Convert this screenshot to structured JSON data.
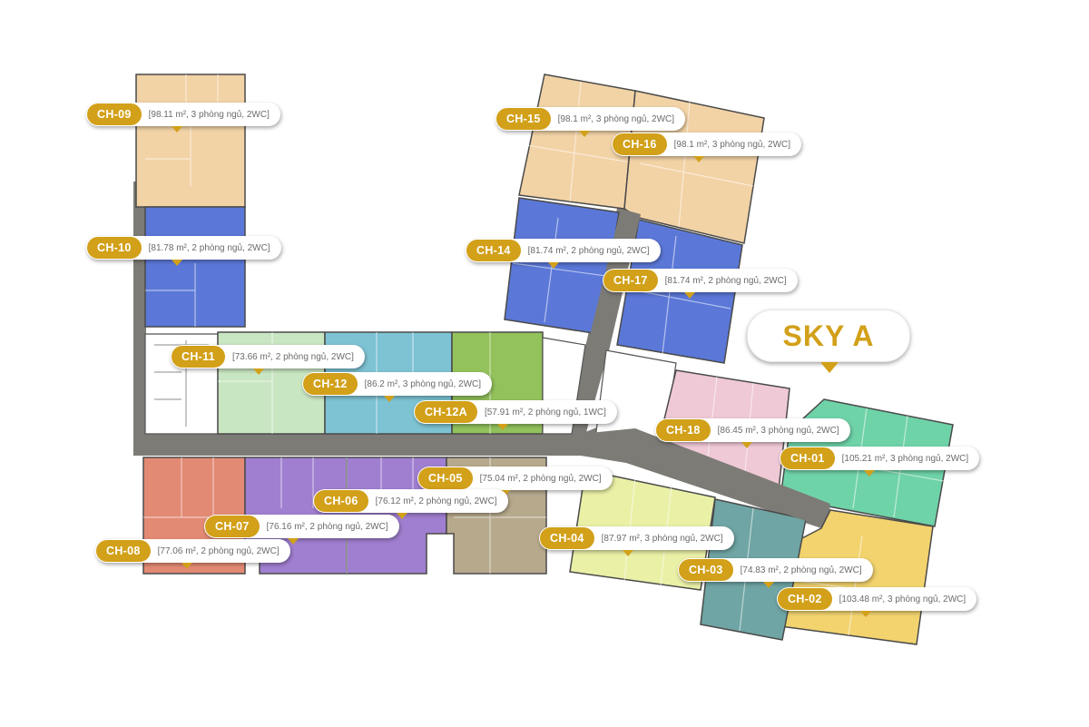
{
  "building": {
    "name": "SKY A",
    "accent_color": "#d2a019"
  },
  "units": [
    {
      "code": "CH-09",
      "info": "[98.11 m², 3 phòng ngủ, 2WC]",
      "area_m2": 98.11,
      "bedrooms": 3,
      "wc": 2,
      "color": "#f2d3a6"
    },
    {
      "code": "CH-10",
      "info": "[81.78 m², 2 phòng ngủ, 2WC]",
      "area_m2": 81.78,
      "bedrooms": 2,
      "wc": 2,
      "color": "#5b78d8"
    },
    {
      "code": "CH-11",
      "info": "[73.66  m², 2 phòng ngủ, 2WC]",
      "area_m2": 73.66,
      "bedrooms": 2,
      "wc": 2,
      "color": "#c9e6c2"
    },
    {
      "code": "CH-12",
      "info": "[86.2 m², 3 phòng ngủ, 2WC]",
      "area_m2": 86.2,
      "bedrooms": 3,
      "wc": 2,
      "color": "#7ec3d4"
    },
    {
      "code": "CH-12A",
      "info": "[57.91 m², 2 phòng ngủ, 1WC]",
      "area_m2": 57.91,
      "bedrooms": 2,
      "wc": 1,
      "color": "#93c25c"
    },
    {
      "code": "CH-14",
      "info": "[81.74 m², 2 phòng ngủ, 2WC]",
      "area_m2": 81.74,
      "bedrooms": 2,
      "wc": 2,
      "color": "#5b78d8"
    },
    {
      "code": "CH-15",
      "info": "[98.1 m², 3 phòng ngủ, 2WC]",
      "area_m2": 98.1,
      "bedrooms": 3,
      "wc": 2,
      "color": "#f2d3a6"
    },
    {
      "code": "CH-16",
      "info": "[98.1 m², 3 phòng ngủ, 2WC]",
      "area_m2": 98.1,
      "bedrooms": 3,
      "wc": 2,
      "color": "#f2d3a6"
    },
    {
      "code": "CH-17",
      "info": "[81.74 m², 2 phòng ngủ, 2WC]",
      "area_m2": 81.74,
      "bedrooms": 2,
      "wc": 2,
      "color": "#5b78d8"
    },
    {
      "code": "CH-18",
      "info": "[86.45 m², 3 phòng ngủ, 2WC]",
      "area_m2": 86.45,
      "bedrooms": 3,
      "wc": 2,
      "color": "#efc9d6"
    },
    {
      "code": "CH-01",
      "info": "[105.21 m², 3 phòng ngủ, 2WC]",
      "area_m2": 105.21,
      "bedrooms": 3,
      "wc": 2,
      "color": "#6fd3a8"
    },
    {
      "code": "CH-02",
      "info": "[103.48 m², 3 phòng ngủ, 2WC]",
      "area_m2": 103.48,
      "bedrooms": 3,
      "wc": 2,
      "color": "#f2d36e"
    },
    {
      "code": "CH-03",
      "info": "[74.83 m², 2 phòng ngủ, 2WC]",
      "area_m2": 74.83,
      "bedrooms": 2,
      "wc": 2,
      "color": "#6fa5a4"
    },
    {
      "code": "CH-04",
      "info": "[87.97 m², 3 phòng ngủ, 2WC]",
      "area_m2": 87.97,
      "bedrooms": 3,
      "wc": 2,
      "color": "#eaf0a6"
    },
    {
      "code": "CH-05",
      "info": "[75.04 m², 2 phòng ngủ, 2WC]",
      "area_m2": 75.04,
      "bedrooms": 2,
      "wc": 2,
      "color": "#b7a98c"
    },
    {
      "code": "CH-06",
      "info": "[76.12 m², 2 phòng ngủ, 2WC]",
      "area_m2": 76.12,
      "bedrooms": 2,
      "wc": 2,
      "color": "#a07fd0"
    },
    {
      "code": "CH-07",
      "info": "[76.16 m², 2 phòng ngủ, 2WC]",
      "area_m2": 76.16,
      "bedrooms": 2,
      "wc": 2,
      "color": "#a07fd0"
    },
    {
      "code": "CH-08",
      "info": "[77.06 m², 2 phòng ngủ, 2WC]",
      "area_m2": 77.06,
      "bedrooms": 2,
      "wc": 2,
      "color": "#e38a74"
    }
  ],
  "colors": {
    "corridor": "#7d7b76",
    "core": "#ffffff",
    "callout_bg": "#ffffff",
    "info_text": "#6b6b6b"
  }
}
